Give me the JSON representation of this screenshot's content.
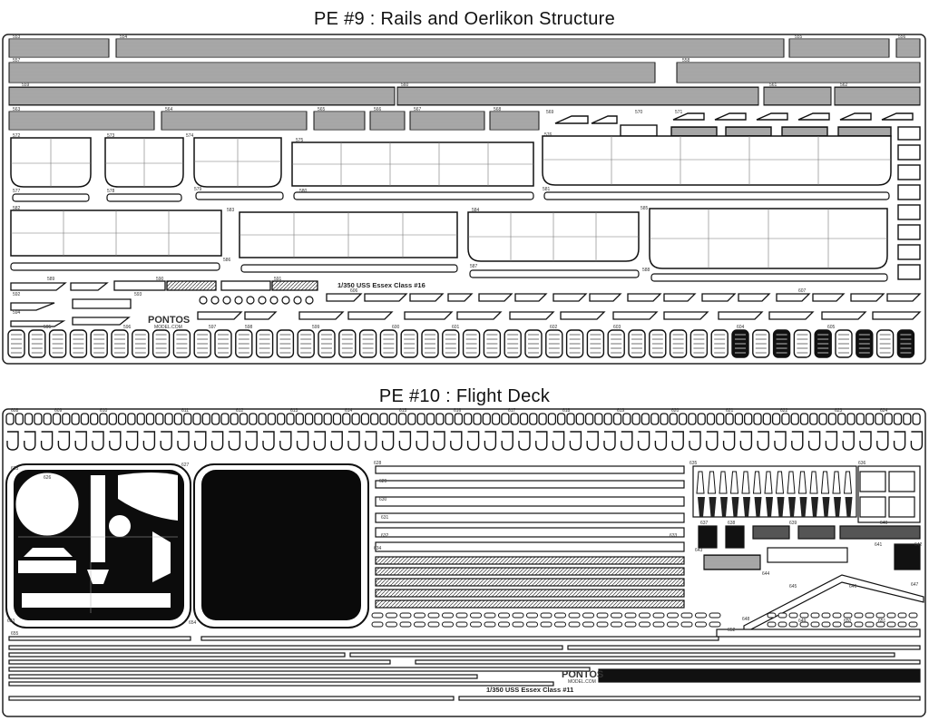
{
  "fret9": {
    "title": "PE #9 : Rails and Oerlikon Structure",
    "label": "1/350 USS Essex Class #16",
    "logo": "PONTOS",
    "logo_sub": "MODEL.COM",
    "part_numbers": [
      "553",
      "554",
      "555",
      "556",
      "557",
      "558",
      "559",
      "560",
      "561",
      "562",
      "563",
      "564",
      "565",
      "566",
      "567",
      "568",
      "569",
      "570",
      "571",
      "572",
      "573",
      "574",
      "575",
      "576",
      "577",
      "578",
      "579",
      "580",
      "581",
      "582",
      "583",
      "584",
      "585",
      "586",
      "587",
      "588",
      "589",
      "590",
      "591",
      "592",
      "593",
      "594",
      "595",
      "596",
      "597",
      "598"
    ]
  },
  "fret10": {
    "title": "PE #10 : Flight Deck",
    "label": "1/350 USS Essex Class #11",
    "logo": "PONTOS",
    "logo_sub": "MODEL.COM",
    "part_numbers": [
      "599",
      "600",
      "601",
      "602",
      "603",
      "604",
      "605",
      "606",
      "607",
      "608",
      "609",
      "610",
      "611",
      "612",
      "613",
      "614",
      "615",
      "616",
      "617",
      "618",
      "619",
      "620",
      "621",
      "622",
      "623",
      "624",
      "625",
      "626",
      "627",
      "628",
      "629",
      "630",
      "631",
      "632",
      "633",
      "634",
      "635",
      "636",
      "637",
      "638",
      "639",
      "640",
      "641",
      "642",
      "643",
      "644",
      "645",
      "646",
      "647",
      "648",
      "649",
      "650",
      "651",
      "652",
      "653",
      "654",
      "655"
    ]
  }
}
